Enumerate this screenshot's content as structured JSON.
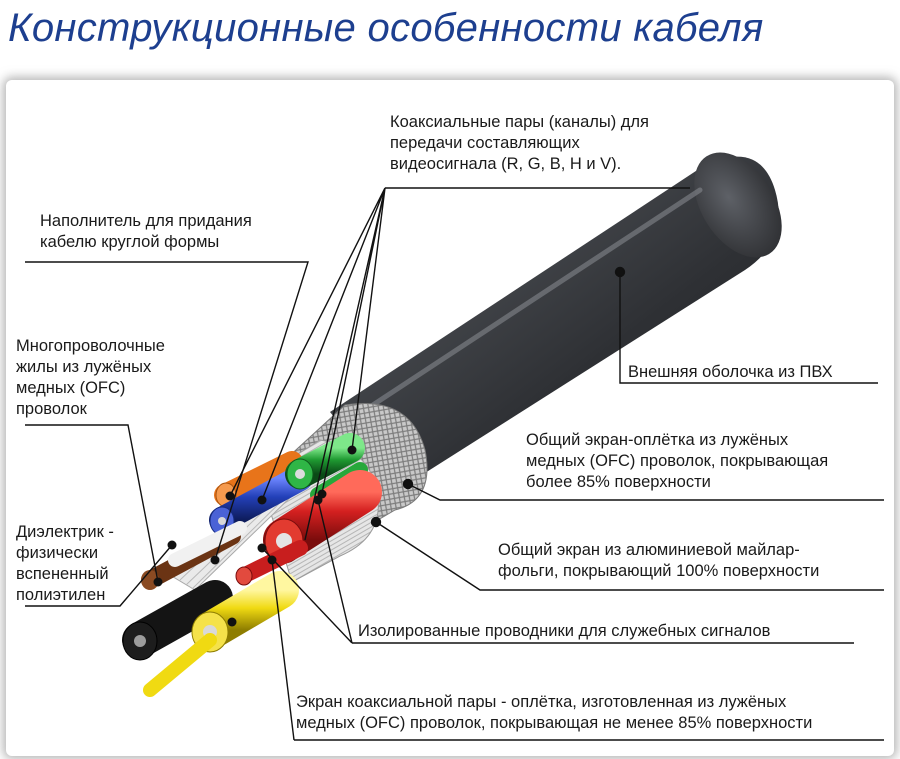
{
  "title": "Конструкционные особенности кабеля",
  "labels": {
    "coax_pairs": [
      "Коаксиальные пары (каналы) для",
      "передачи составляющих",
      "видеосигнала (R, G, B, H и V)."
    ],
    "filler": [
      "Наполнитель для придания",
      "кабелю круглой формы"
    ],
    "stranded": [
      "Многопроволочные",
      "жилы из лужёных",
      "медных (OFC)",
      "проволок"
    ],
    "outer_jacket": [
      "Внешняя оболочка из ПВХ"
    ],
    "overall_braid": [
      "Общий экран-оплётка из лужёных",
      "медных (OFC) проволок, покрывающая",
      "более 85% поверхности"
    ],
    "foil_shield": [
      "Общий экран из алюминиевой майлар-",
      "фольги, покрывающий 100% поверхности"
    ],
    "dielectric": [
      "Диэлектрик -",
      "физически",
      "вспененный",
      "полиэтилен"
    ],
    "insulated": [
      "Изолированные проводники для служебных сигналов"
    ],
    "coax_shield": [
      "Экран коаксиальной пары - оплётка, изготовленная из лужёных",
      "медных (OFC) проволок, покрывающая не менее 85% поверхности"
    ]
  },
  "colors": {
    "title": "#1d3f8f",
    "jacket": "#3a3c40",
    "conductor_red": "#d42020",
    "conductor_green": "#1f9a32",
    "conductor_blue": "#2340b8",
    "conductor_orange": "#e8741a",
    "conductor_yellow": "#f0da12",
    "conductor_brown": "#6b3414",
    "conductor_black": "#141414",
    "leader": "#111111"
  }
}
